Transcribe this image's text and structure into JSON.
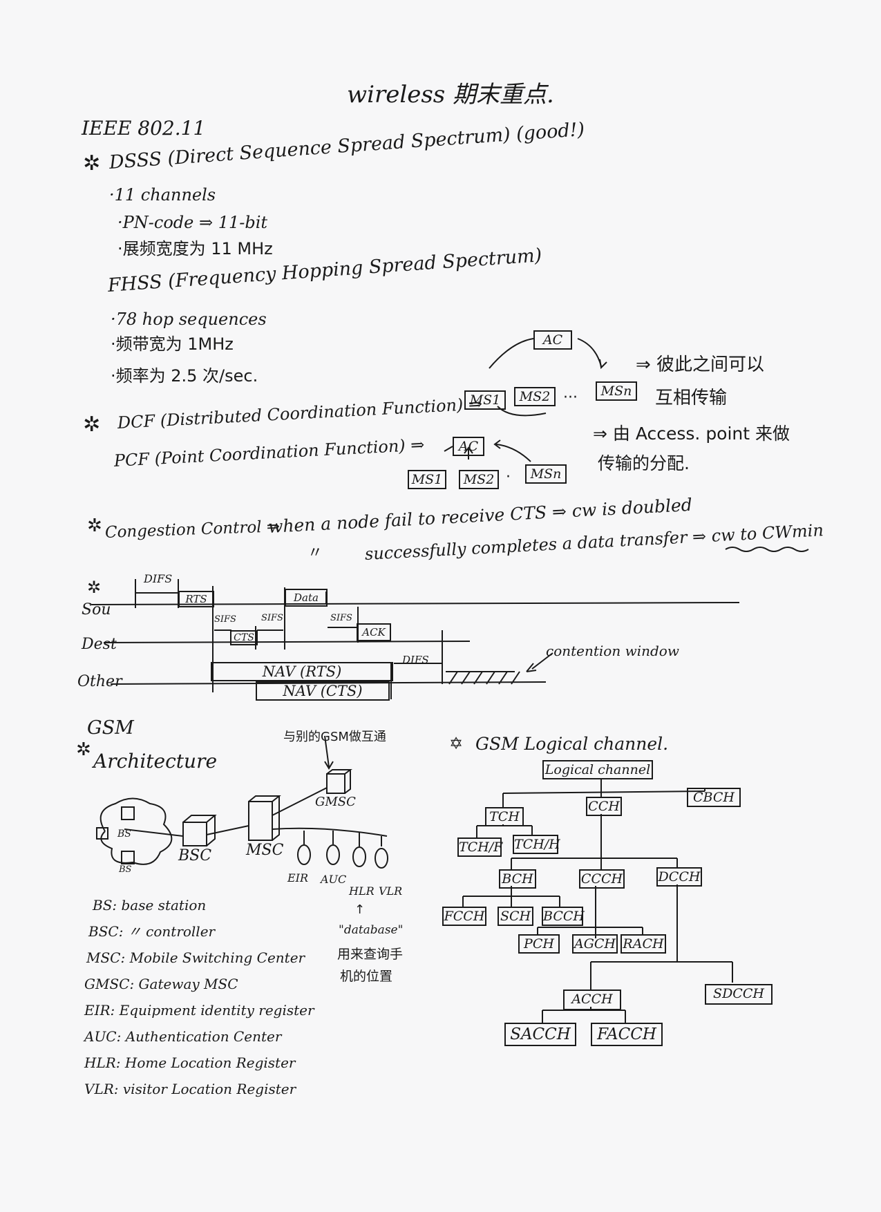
{
  "title": "wireless  期末重点.",
  "ieee": {
    "heading": "IEEE 802.11",
    "dsss": "DSSS (Direct Sequence Spread Spectrum) (good!)",
    "dsss_items": [
      "·11 channels",
      "·PN-code ⇒ 11-bit",
      "·展频宽度为 11 MHz"
    ],
    "fhss": "FHSS (Frequency Hopping Spread Spectrum)",
    "fhss_items": [
      "·78 hop sequences",
      "·频带宽为 1MHz",
      "·频率为 2.5 次/sec."
    ],
    "dcf": "DCF (Distributed Coordination Function) ⇒",
    "pcf": "PCF (Point Coordination Function) ⇒",
    "dcf_note": [
      "⇒ 彼此之间可以",
      "互相传输"
    ],
    "pcf_note": [
      "⇒ 由 Access. point 来做",
      "传输的分配."
    ],
    "nodes": {
      "ac": "AC",
      "ms1": "MS1",
      "ms2": "MS2",
      "msn": "MSn",
      "dots": "···",
      "dot": "·"
    }
  },
  "congestion": {
    "label": "Congestion Control ⇒",
    "line1": "when a node fail to receive CTS ⇒ cw is doubled",
    "ditto": "〃",
    "line2": "successfully completes a data transfer ⇒ cw to CWmin"
  },
  "timing": {
    "rows": [
      "Sou",
      "Dest",
      "Other"
    ],
    "difs": "DIFS",
    "rts": "RTS",
    "sifs1": "SIFS",
    "cts": "CTS",
    "sifs2": "SIFS",
    "data": "Data",
    "sifs3": "SIFS",
    "ack": "ACK",
    "difs2": "DIFS",
    "nav_rts": "NAV (RTS)",
    "nav_cts": "NAV (CTS)",
    "contention": "contention window"
  },
  "gsm": {
    "heading": "GSM",
    "arch": "Architecture",
    "interconnect": "与别的GSM做互通",
    "gmsc": "GMSC",
    "bs": "BS",
    "bs2": "BS",
    "bsc": "BSC",
    "msc": "MSC",
    "dbs": [
      "EIR",
      "AUC",
      "HLR",
      "VLR"
    ],
    "db_note": [
      "↑",
      "\"database\"",
      "用来查询手",
      "机的位置"
    ],
    "legend": [
      "BS: base station",
      "BSC: 〃 controller",
      "MSC: Mobile Switching Center",
      "GMSC: Gateway MSC",
      "EIR: Equipment identity register",
      "AUC: Authentication Center",
      "HLR: Home Location Register",
      "VLR: visitor Location Register"
    ]
  },
  "logical": {
    "heading": "GSM Logical channel.",
    "root": "Logical channel",
    "tch": "TCH",
    "cch": "CCH",
    "cbch": "CBCH",
    "tchf": "TCH/F",
    "tchh": "TCH/H",
    "bch": "BCH",
    "ccch": "CCCH",
    "dcch": "DCCH",
    "fcch": "FCCH",
    "sch": "SCH",
    "bcch": "BCCH",
    "pch": "PCH",
    "agch": "AGCH",
    "rach": "RACH",
    "acch": "ACCH",
    "sdcch": "SDCCH",
    "sacch": "SACCH",
    "facch": "FACCH"
  },
  "marks": {
    "star": "✲",
    "star2": "✡"
  }
}
